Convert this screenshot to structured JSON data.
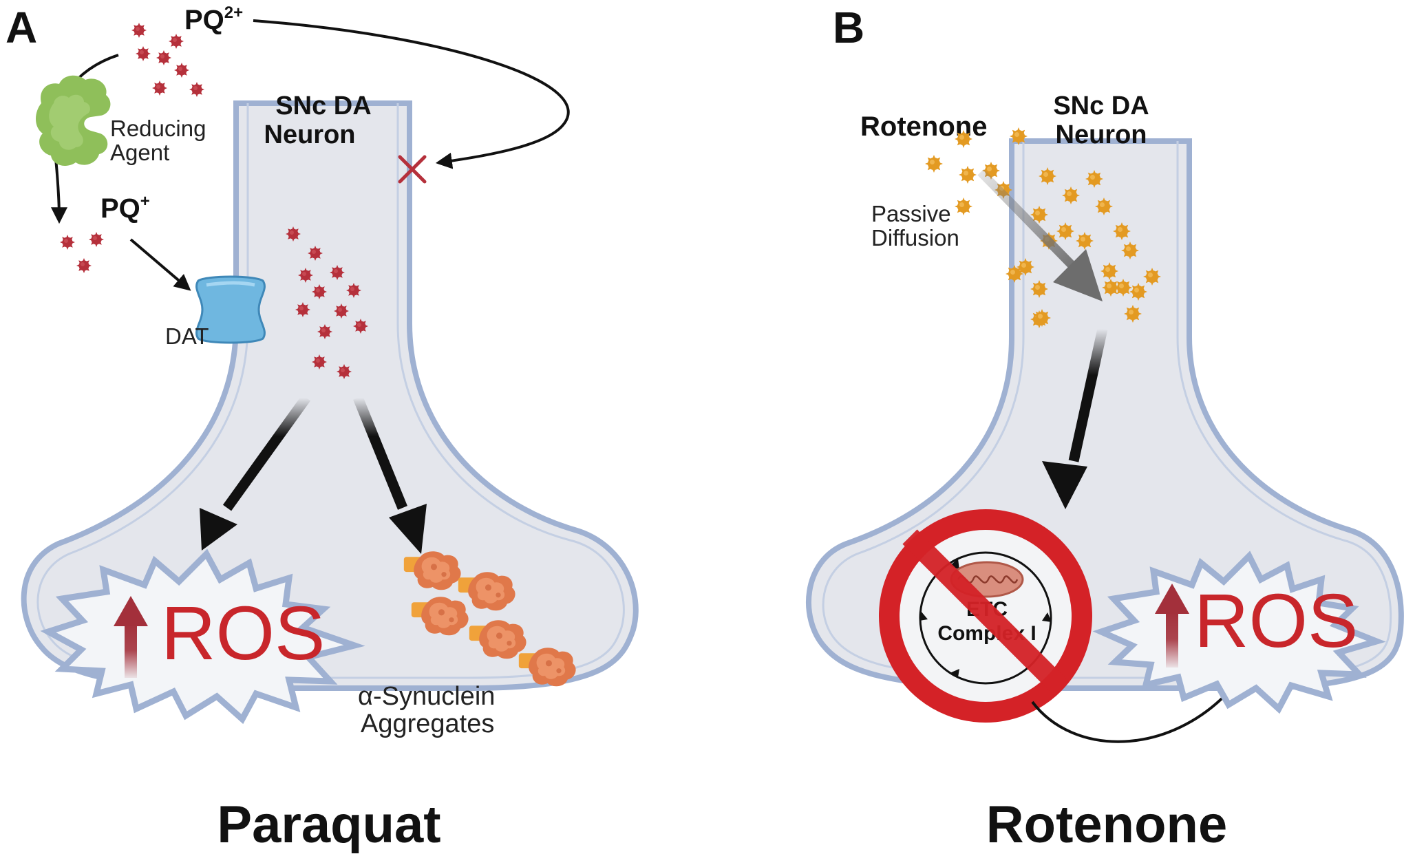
{
  "panel_a": {
    "letter": "A",
    "pq2_label": "PQ",
    "pq2_superscript": "2+",
    "pq1_label": "PQ",
    "pq1_superscript": "+",
    "reducing_agent_line1": "Reducing",
    "reducing_agent_line2": "Agent",
    "dat_label": "DAT",
    "neuron_line1": "SNc DA",
    "neuron_line2": "Neuron",
    "ros_label": "ROS",
    "synuclein_line1": "α-Synuclein",
    "synuclein_line2": "Aggregates",
    "title": "Paraquat"
  },
  "panel_b": {
    "letter": "B",
    "rotenone_label": "Rotenone",
    "passive_line1": "Passive",
    "passive_line2": "Diffusion",
    "neuron_line1": "SNc DA",
    "neuron_line2": "Neuron",
    "etc_line1": "ETC",
    "etc_line2": "Complex I",
    "ros_label": "ROS",
    "title": "Rotenone"
  },
  "colors": {
    "membrane": "#9fb1d2",
    "cytoplasm": "#e4e6ec",
    "paraquat_particle": "#b5303b",
    "rotenone_particle": "#e39a22",
    "ros_text": "#c8262b",
    "ros_arrow": "#a3303b",
    "prohibition": "#d42227",
    "reducing_agent": "#8fbf5a",
    "dat": "#6fb7e0",
    "aggregate": "#e0784a"
  },
  "icons": [
    "paraquat-particle-icon",
    "rotenone-particle-icon",
    "reducing-agent-icon",
    "dat-transporter-icon",
    "blocked-x-icon",
    "ros-starburst-icon",
    "synuclein-aggregate-icon",
    "mitochondrion-icon",
    "prohibition-sign-icon"
  ]
}
